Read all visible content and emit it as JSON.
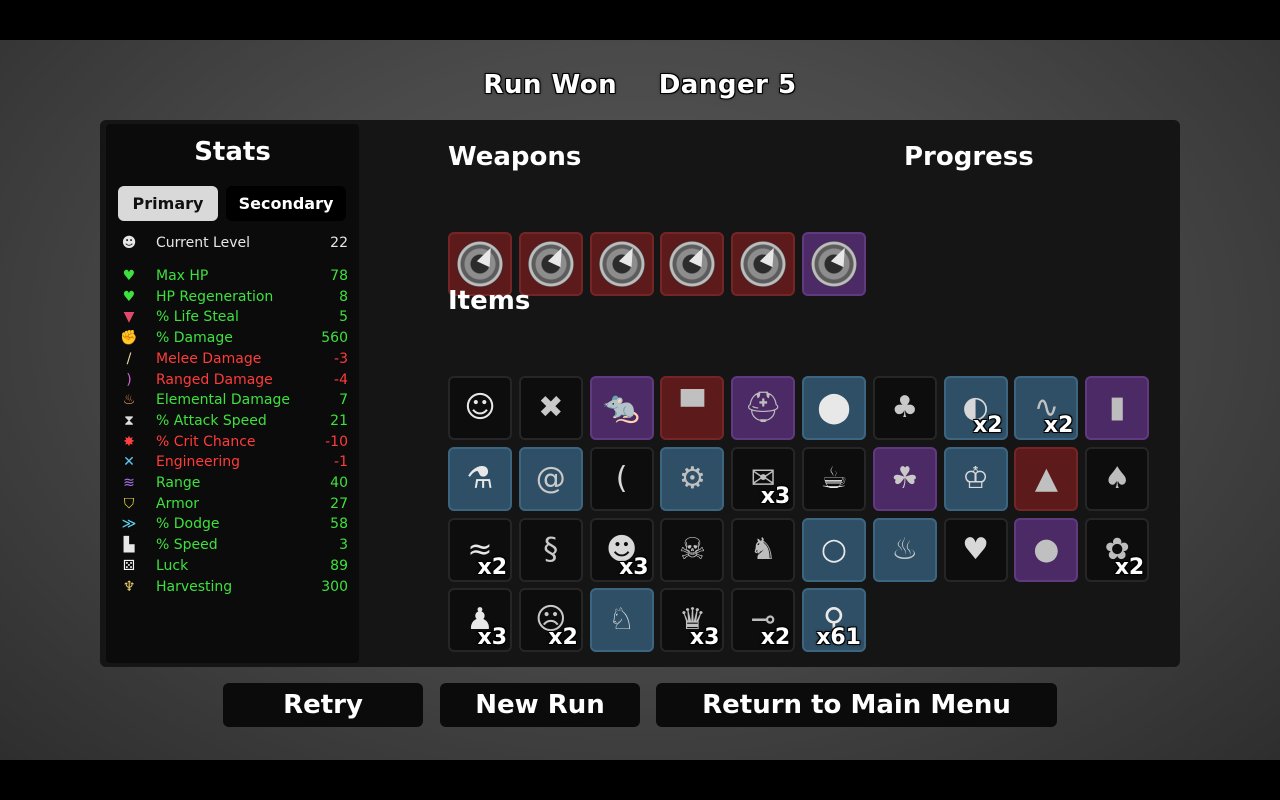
{
  "header": {
    "result": "Run Won",
    "danger": "Danger 5"
  },
  "stats": {
    "title": "Stats",
    "tabs": {
      "primary": "Primary",
      "secondary": "Secondary"
    },
    "current_level": {
      "label": "Current Level",
      "value": "22",
      "icon": "level-icon"
    },
    "rows": [
      {
        "label": "Max HP",
        "value": "78",
        "color": "green",
        "icon": "heart-icon"
      },
      {
        "label": "HP Regeneration",
        "value": "8",
        "color": "green",
        "icon": "regen-heart-icon"
      },
      {
        "label": "% Life Steal",
        "value": "5",
        "color": "green",
        "icon": "fangs-icon"
      },
      {
        "label": "% Damage",
        "value": "560",
        "color": "green",
        "icon": "muscle-icon"
      },
      {
        "label": "Melee Damage",
        "value": "-3",
        "color": "red",
        "icon": "sword-icon"
      },
      {
        "label": "Ranged Damage",
        "value": "-4",
        "color": "red",
        "icon": "bow-icon"
      },
      {
        "label": "Elemental Damage",
        "value": "7",
        "color": "green",
        "icon": "flame-icon"
      },
      {
        "label": "% Attack Speed",
        "value": "21",
        "color": "green",
        "icon": "hourglass-icon"
      },
      {
        "label": "% Crit Chance",
        "value": "-10",
        "color": "red",
        "icon": "crit-star-icon"
      },
      {
        "label": "Engineering",
        "value": "-1",
        "color": "red",
        "icon": "wrench-icon"
      },
      {
        "label": "Range",
        "value": "40",
        "color": "green",
        "icon": "range-waves-icon"
      },
      {
        "label": "Armor",
        "value": "27",
        "color": "green",
        "icon": "shield-icon"
      },
      {
        "label": "% Dodge",
        "value": "58",
        "color": "green",
        "icon": "dodge-icon"
      },
      {
        "label": "% Speed",
        "value": "3",
        "color": "green",
        "icon": "boot-icon"
      },
      {
        "label": "Luck",
        "value": "89",
        "color": "green",
        "icon": "dice-icon"
      },
      {
        "label": "Harvesting",
        "value": "300",
        "color": "green",
        "icon": "wheat-icon"
      }
    ],
    "colors": {
      "green": "#3ee03e",
      "red": "#ff3b3b"
    }
  },
  "weapons": {
    "title": "Weapons",
    "slots": [
      {
        "tier": "legend",
        "icon": "spiked-shield-icon"
      },
      {
        "tier": "legend",
        "icon": "spiked-shield-icon"
      },
      {
        "tier": "legend",
        "icon": "spiked-shield-icon"
      },
      {
        "tier": "legend",
        "icon": "spiked-shield-icon"
      },
      {
        "tier": "legend",
        "icon": "spiked-shield-icon"
      },
      {
        "tier": "rare",
        "icon": "spiked-shield-icon"
      }
    ]
  },
  "progress": {
    "title": "Progress"
  },
  "items": {
    "title": "Items",
    "slots": [
      {
        "tier": "common",
        "icon": "hat-face-icon",
        "glyph": "☺",
        "qty": ""
      },
      {
        "tier": "common",
        "icon": "dead-creature-icon",
        "glyph": "✖",
        "qty": ""
      },
      {
        "tier": "rare",
        "icon": "rat-icon",
        "glyph": "🐀",
        "qty": ""
      },
      {
        "tier": "legend",
        "icon": "anvil-icon",
        "glyph": "▀",
        "qty": ""
      },
      {
        "tier": "rare",
        "icon": "knight-helmet-icon",
        "glyph": "⛑",
        "qty": ""
      },
      {
        "tier": "uncommon",
        "icon": "bullet-icon",
        "glyph": "⬤",
        "qty": ""
      },
      {
        "tier": "common",
        "icon": "tree-icon",
        "glyph": "♣",
        "qty": ""
      },
      {
        "tier": "uncommon",
        "icon": "mirror-icon",
        "glyph": "◐",
        "qty": "x2"
      },
      {
        "tier": "uncommon",
        "icon": "worm-icon",
        "glyph": "∿",
        "qty": "x2"
      },
      {
        "tier": "rare",
        "icon": "baby-bottle-icon",
        "glyph": "▮",
        "qty": ""
      },
      {
        "tier": "uncommon",
        "icon": "potion-icon",
        "glyph": "⚗",
        "qty": ""
      },
      {
        "tier": "uncommon",
        "icon": "snail-icon",
        "glyph": "@",
        "qty": ""
      },
      {
        "tier": "common",
        "icon": "claw-icon",
        "glyph": "(",
        "qty": ""
      },
      {
        "tier": "uncommon",
        "icon": "machine-icon",
        "glyph": "⚙",
        "qty": ""
      },
      {
        "tier": "common",
        "icon": "coupon-icon",
        "glyph": "✉",
        "qty": "x3"
      },
      {
        "tier": "common",
        "icon": "coffee-icon",
        "glyph": "☕",
        "qty": ""
      },
      {
        "tier": "rare",
        "icon": "clover-icon",
        "glyph": "☘",
        "qty": ""
      },
      {
        "tier": "uncommon",
        "icon": "crown-ring-icon",
        "glyph": "♔",
        "qty": ""
      },
      {
        "tier": "legend",
        "icon": "wolf-head-icon",
        "glyph": "▲",
        "qty": ""
      },
      {
        "tier": "common",
        "icon": "sack-icon",
        "glyph": "♠",
        "qty": ""
      },
      {
        "tier": "common",
        "icon": "lizard-icon",
        "glyph": "≈",
        "qty": "x2"
      },
      {
        "tier": "common",
        "icon": "tongue-icon",
        "glyph": "§",
        "qty": ""
      },
      {
        "tier": "common",
        "icon": "monkey-icon",
        "glyph": "☻",
        "qty": "x3"
      },
      {
        "tier": "common",
        "icon": "skull-icon",
        "glyph": "☠",
        "qty": ""
      },
      {
        "tier": "common",
        "icon": "cloak-icon",
        "glyph": "♞",
        "qty": ""
      },
      {
        "tier": "uncommon",
        "icon": "amulet-icon",
        "glyph": "○",
        "qty": ""
      },
      {
        "tier": "uncommon",
        "icon": "garden-icon",
        "glyph": "♨",
        "qty": ""
      },
      {
        "tier": "common",
        "icon": "poop-icon",
        "glyph": "♥",
        "qty": ""
      },
      {
        "tier": "rare",
        "icon": "pink-blob-icon",
        "glyph": "●",
        "qty": ""
      },
      {
        "tier": "common",
        "icon": "bee-icon",
        "glyph": "✿",
        "qty": "x2"
      },
      {
        "tier": "common",
        "icon": "mushroom-icon",
        "glyph": "♟",
        "qty": "x3"
      },
      {
        "tier": "common",
        "icon": "bandaged-head-icon",
        "glyph": "☹",
        "qty": "x2"
      },
      {
        "tier": "uncommon",
        "icon": "rabbit-icon",
        "glyph": "♘",
        "qty": ""
      },
      {
        "tier": "common",
        "icon": "rubber-duck-icon",
        "glyph": "♛",
        "qty": "x3"
      },
      {
        "tier": "common",
        "icon": "syringe-icon",
        "glyph": "⊸",
        "qty": "x2"
      },
      {
        "tier": "uncommon",
        "icon": "drumstick-icon",
        "glyph": "⚲",
        "qty": "x61"
      }
    ]
  },
  "buttons": {
    "retry": "Retry",
    "new_run": "New Run",
    "main_menu": "Return to Main Menu"
  }
}
